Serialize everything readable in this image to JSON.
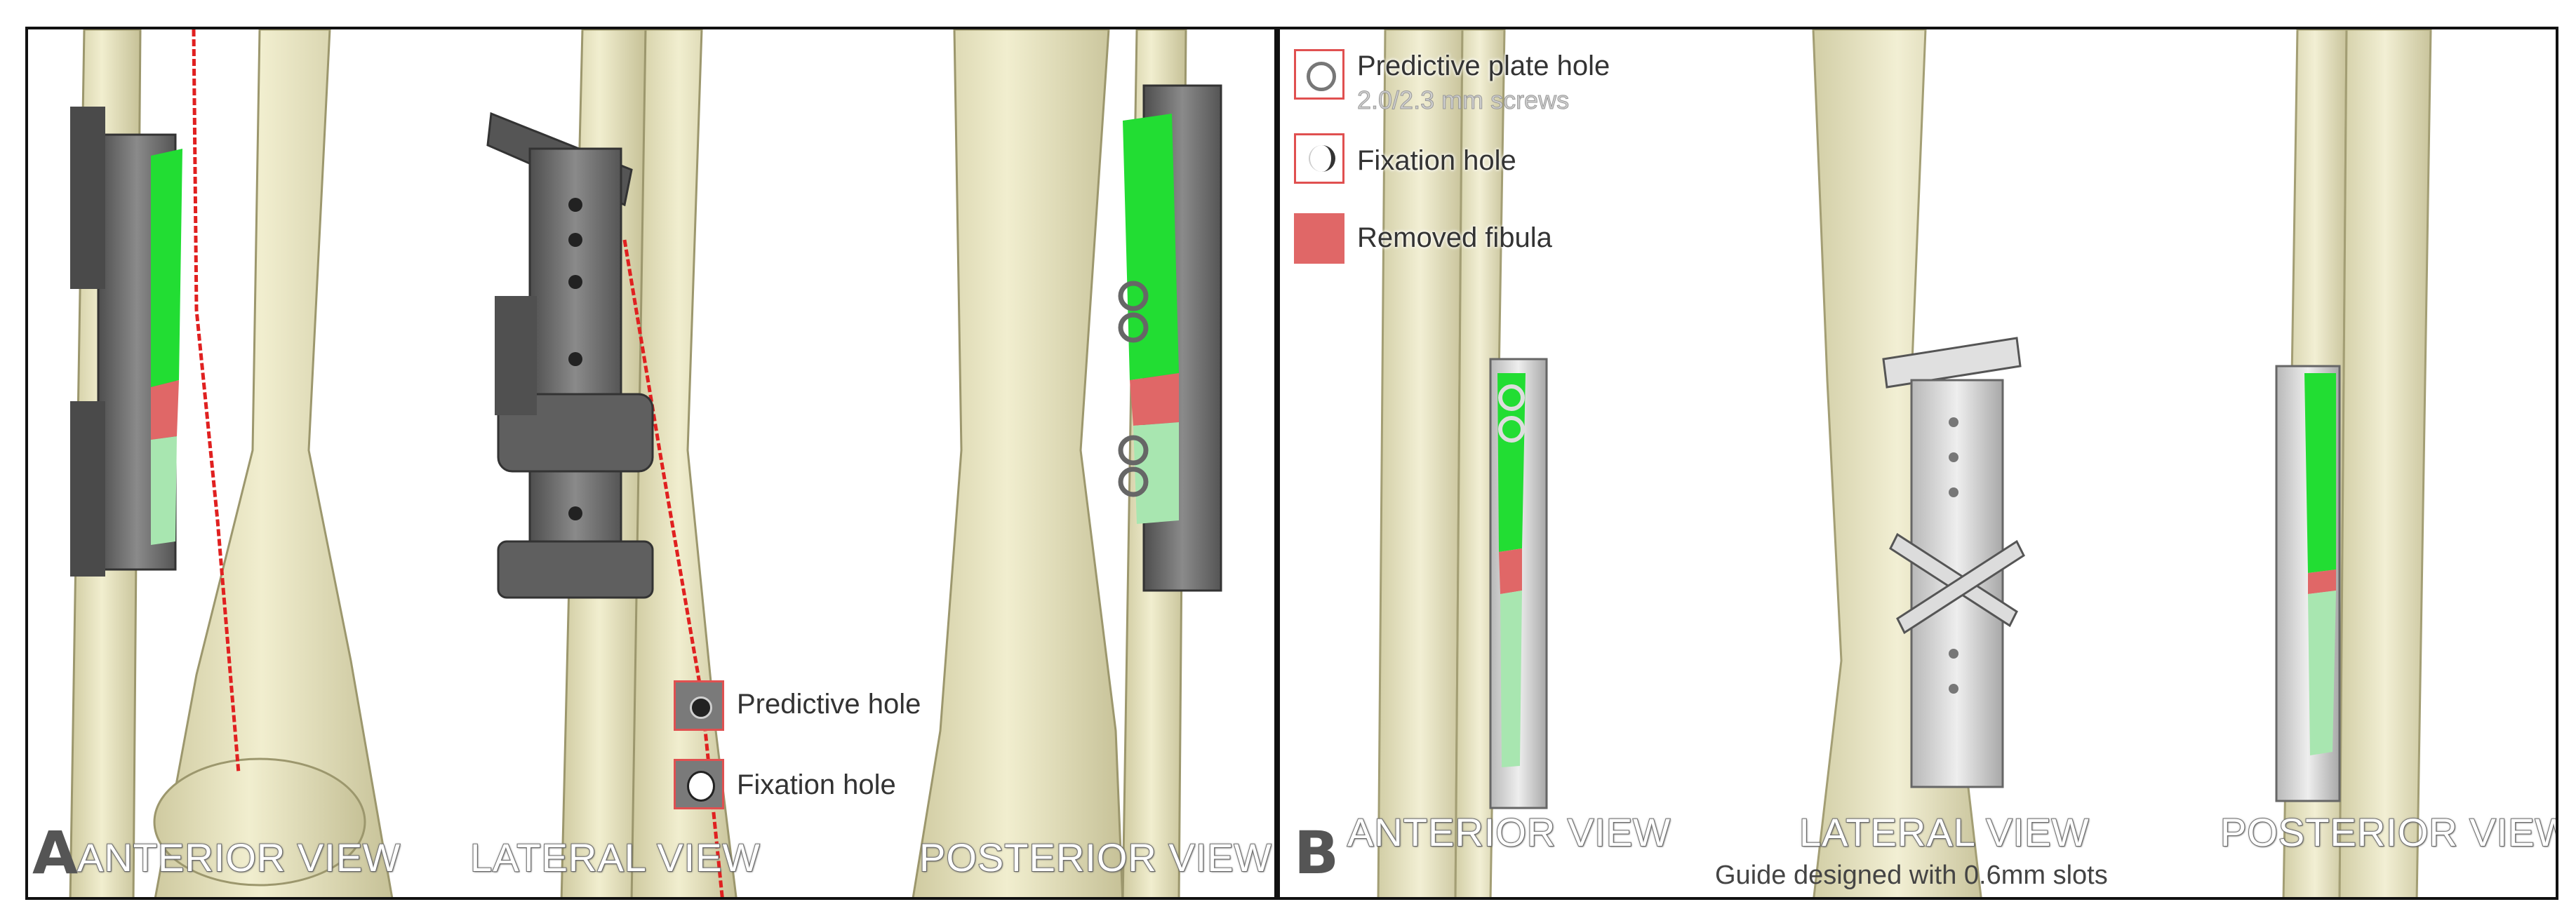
{
  "panel_a": {
    "letter": "A",
    "views": [
      "ANTERIOR VIEW",
      "LATERAL VIEW",
      "POSTERIOR VIEW"
    ],
    "legend": {
      "predictive_hole": "Predictive hole",
      "fixation_hole": "Fixation hole"
    }
  },
  "panel_b": {
    "letter": "B",
    "views": [
      "ANTERIOR VIEW",
      "LATERAL VIEW",
      "POSTERIOR VIEW"
    ],
    "legend": {
      "predictive_plate_hole": "Predictive plate hole",
      "predictive_plate_hole_sub": "2.0/2.3 mm screws",
      "fixation_hole": "Fixation hole",
      "removed_fibula": "Removed fibula"
    },
    "caption": "Guide designed with 0.6mm slots"
  },
  "colors": {
    "bone": "#eeeac4",
    "bone_shade": "#c9c496",
    "guide_dark": "#6e6e6e",
    "guide_light": "#d8d8d8",
    "cut_green": "#22dd33",
    "cut_green_light": "#a8e6b0",
    "removed_red": "#e06767",
    "osteotomy_line": "#e02020",
    "legend_border": "#e05050"
  }
}
